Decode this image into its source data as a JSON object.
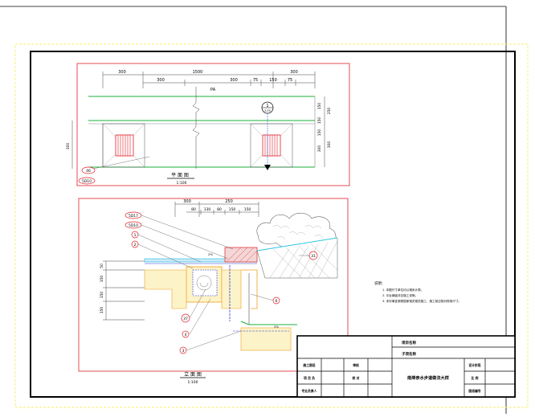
{
  "colors": {
    "frame": "#000000",
    "yellow_frame": "#f5f06a",
    "red": "#e0202a",
    "green": "#1bb23a",
    "cyan": "#33c8e6",
    "blue": "#2a3fd6",
    "orange": "#f0a020",
    "magenta": "#d02090",
    "gray": "#7a7a7a"
  },
  "plan": {
    "dims_top": [
      "300",
      "1500",
      "300"
    ],
    "dims_second": [
      "300",
      "300",
      "75",
      "150",
      "75"
    ],
    "dim_label_pa": "PA",
    "dims_right": [
      "150",
      "250",
      "150",
      "150",
      "300",
      "300"
    ],
    "dim_left": "300",
    "callouts": [
      "46",
      "5D10"
    ],
    "section_marker": [
      "1",
      "2.F4"
    ],
    "title": "平 面 图",
    "scale": "1:100"
  },
  "section": {
    "dims_top": [
      "300",
      "250"
    ],
    "dims_second": [
      "80",
      "130",
      "80",
      "150",
      "150"
    ],
    "dims_left": [
      "50",
      "150",
      "150",
      "150"
    ],
    "callouts_left": [
      "5D17",
      "5D10",
      "1",
      "2",
      "37",
      "4",
      "3"
    ],
    "callouts_right": [
      "31",
      "6"
    ],
    "small_labels": [
      "2%",
      "2%"
    ],
    "title": "立 面 图",
    "scale": "1:100"
  },
  "notes": {
    "heading": "说明：",
    "lines": [
      "1. 本图尺寸单位均以毫米计算。",
      "2. 平台铺装详见施工说明。",
      "3. 未尽事宜参照国家相关规范施工，施工前应核对现场尺寸。"
    ]
  },
  "title_block": {
    "project_name_label": "项目名称",
    "sub_name_label": "子项名称",
    "drawing_title": "南岸亲水步道做法大样",
    "rows_left": [
      [
        "施工图设",
        "审核"
      ],
      [
        "项 目 负",
        "校 对"
      ],
      [
        "专业负责人",
        ""
      ]
    ],
    "right_labels": [
      "设计阶段",
      "比 例",
      "图纸编号"
    ]
  }
}
